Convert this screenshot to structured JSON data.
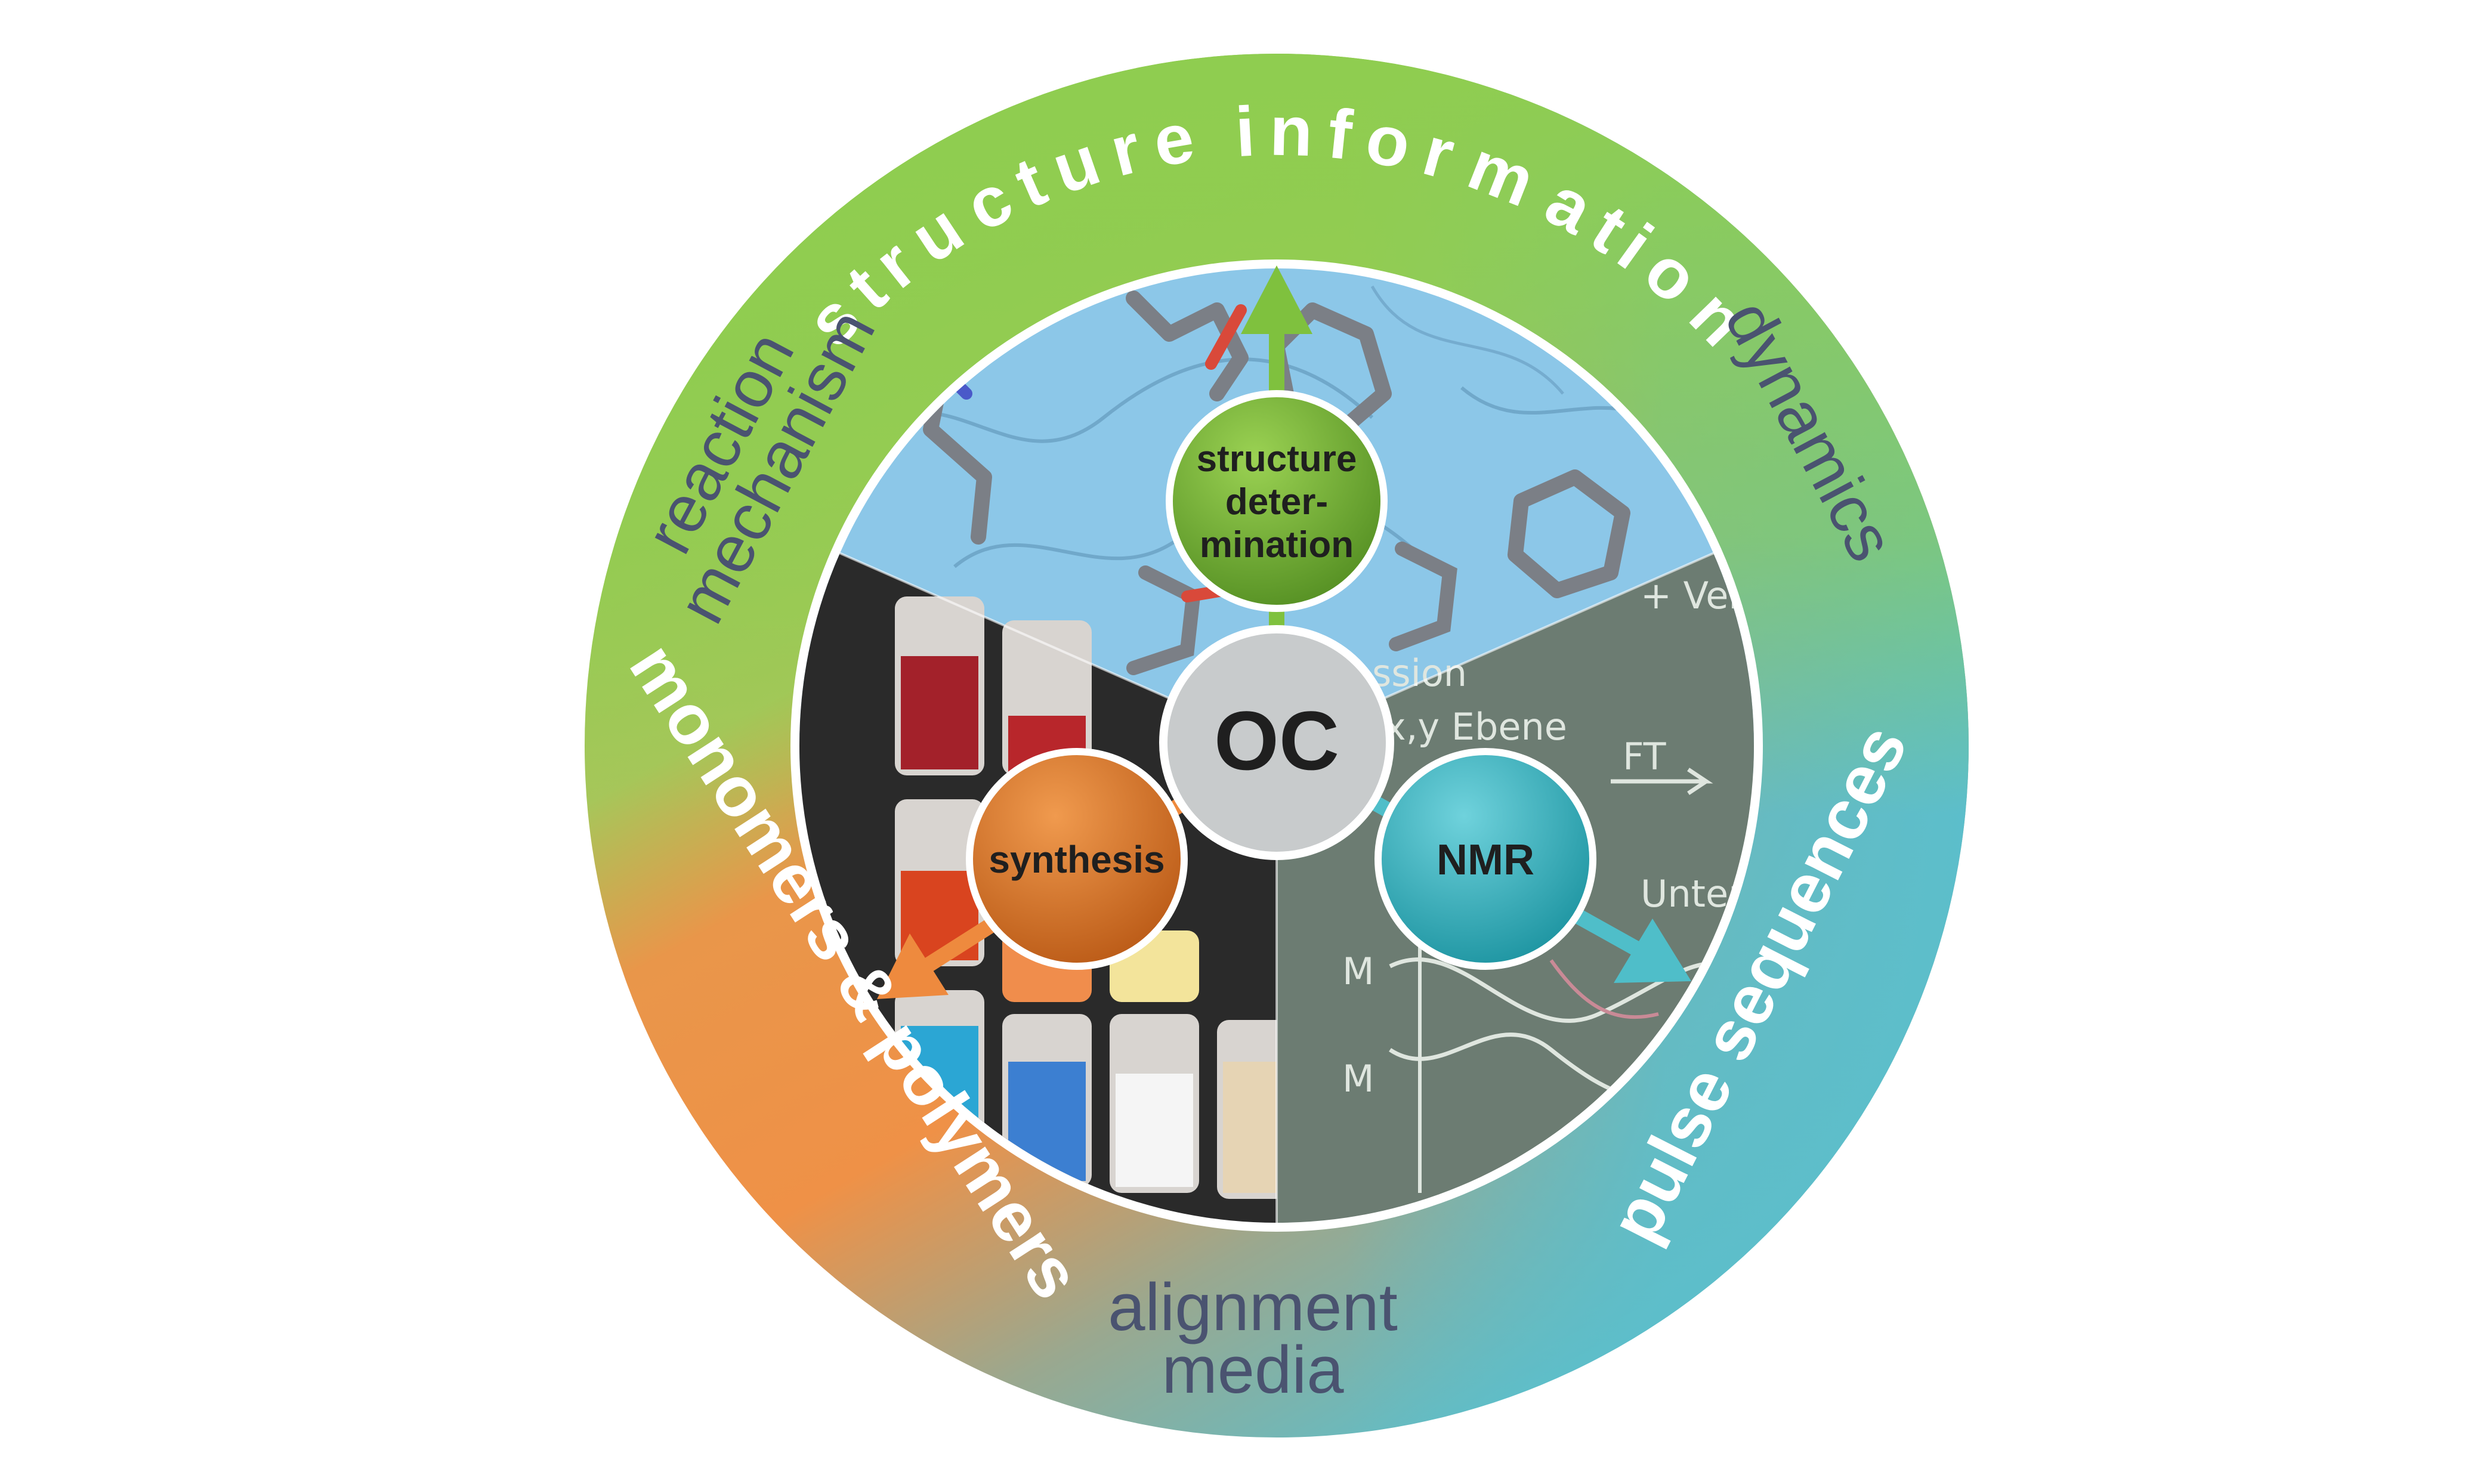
{
  "center": {
    "label": "OC"
  },
  "nodes": {
    "structure": {
      "line1": "structure",
      "line2": "deter-",
      "line3": "mination"
    },
    "synthesis": {
      "label": "synthesis"
    },
    "nmr": {
      "label": "NMR"
    }
  },
  "ring": {
    "structure_information": "structure information",
    "dynamics": "dynamics",
    "pulse_sequences": "pulse sequences",
    "alignment_line1": "alignment",
    "alignment_line2": "media",
    "monomers_polymers": "monomers & polymers",
    "reaction_line1": "reaction",
    "reaction_line2": "mechanism"
  },
  "chalkboard": {
    "text1": "+ Verze",
    "text2": "ssion",
    "text3": "x,y Ebene",
    "text4": "FT",
    "text5": "Unter",
    "text6": "M",
    "text7": "M"
  },
  "colors": {
    "green": "#8ccd4e",
    "orange": "#ee9448",
    "teal": "#5cbecb",
    "center_gray": "#c8cbcc",
    "structure_node": "#7cb83b",
    "synthesis_node": "#e57a2e",
    "nmr_node": "#3ab5c2"
  }
}
